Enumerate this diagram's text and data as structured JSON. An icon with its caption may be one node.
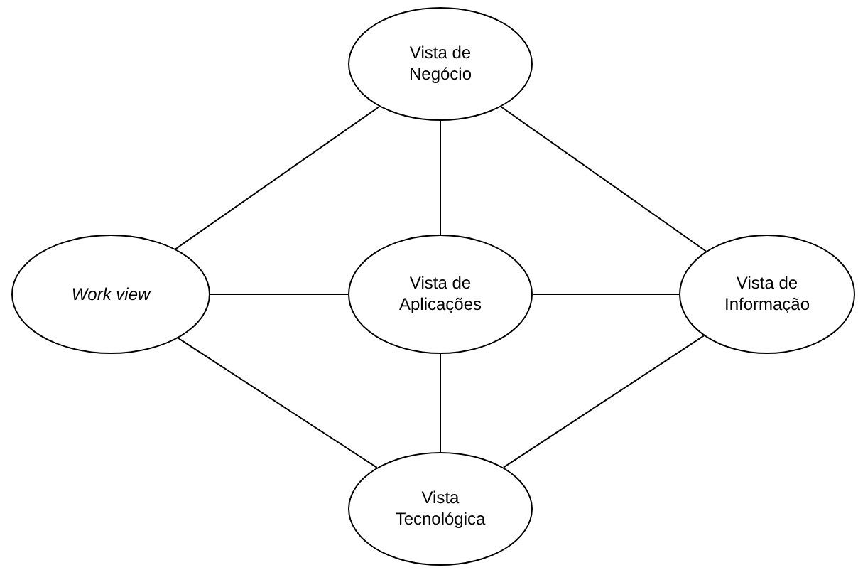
{
  "diagram": {
    "nodes": [
      {
        "text": [
          "Vista de Negócio"
        ]
      },
      {
        "text": [
          "Work view"
        ]
      },
      {
        "text": [
          "Vista de Aplicações"
        ]
      },
      {
        "text": [
          "Vista de Informação"
        ]
      },
      {
        "text": [
          "Vista Tecnológica"
        ]
      }
    ],
    "edges": [
      {
        "from": 0,
        "to": 1,
        "arrow": "none"
      },
      {
        "from": 0,
        "to": 2,
        "arrow": "none"
      },
      {
        "from": 0,
        "to": 3,
        "arrow": "none"
      },
      {
        "from": 1,
        "to": 2,
        "arrow": "none"
      },
      {
        "from": 2,
        "to": 3,
        "arrow": "none"
      },
      {
        "from": 2,
        "to": 4,
        "arrow": "none"
      },
      {
        "from": 1,
        "to": 4,
        "arrow": "none"
      },
      {
        "from": 4,
        "to": 3,
        "arrow": "none"
      }
    ]
  }
}
